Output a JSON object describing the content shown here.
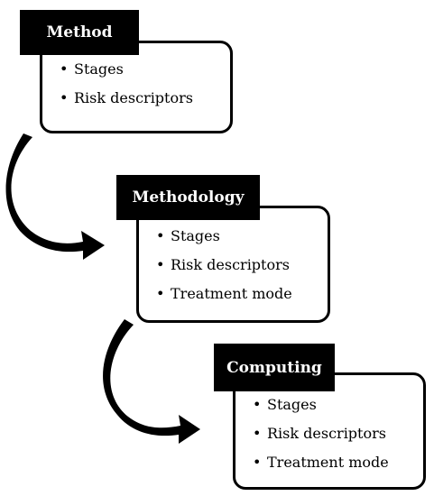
{
  "stages": [
    {
      "title": "Method",
      "items": [
        "Stages",
        "Risk descriptors"
      ]
    },
    {
      "title": "Methodology",
      "items": [
        "Stages",
        "Risk descriptors",
        "Treatment mode"
      ]
    },
    {
      "title": "Computing",
      "items": [
        "Stages",
        "Risk descriptors",
        "Treatment mode"
      ]
    }
  ],
  "bullet_glyph": "•",
  "colors": {
    "box_border": "#000000",
    "label_bg": "#000000",
    "label_text": "#ffffff",
    "arrow": "#000000"
  }
}
